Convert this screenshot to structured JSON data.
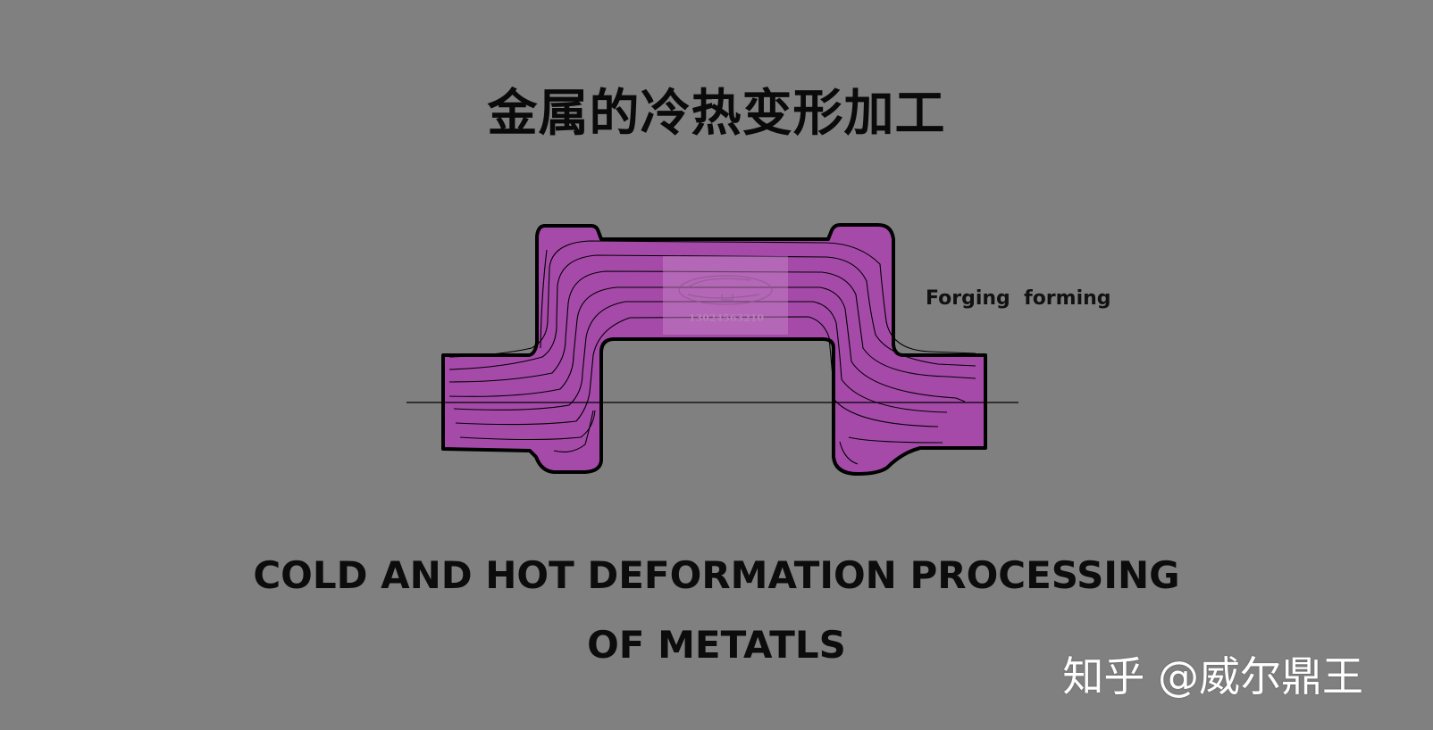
{
  "title_cn": "金属的冷热变形加工",
  "diagram": {
    "process_label": "Forging  forming",
    "stamp_number": "13024563210"
  },
  "title_en": {
    "line1": "COLD AND HOT DEFORMATION PROCESSING",
    "line2": "OF METATLS"
  },
  "watermark": "知乎 @威尔鼎王",
  "colors": {
    "background": "#808080",
    "part_fill": "#a64aaa",
    "outline": "#000000",
    "text": "#0a0a0a",
    "watermark": "#ffffff"
  }
}
